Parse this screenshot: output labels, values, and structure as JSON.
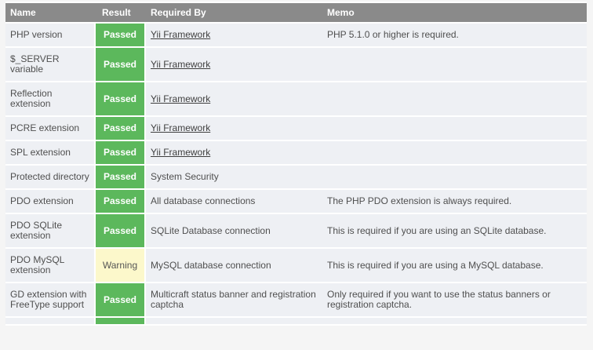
{
  "table": {
    "headers": {
      "name": "Name",
      "result": "Result",
      "required_by": "Required By",
      "memo": "Memo"
    },
    "rows": [
      {
        "name": "PHP version",
        "result": "Passed",
        "result_type": "passed",
        "required_by": "Yii Framework",
        "required_by_is_link": true,
        "memo": "PHP 5.1.0 or higher is required."
      },
      {
        "name": "$_SERVER variable",
        "result": "Passed",
        "result_type": "passed",
        "required_by": "Yii Framework",
        "required_by_is_link": true,
        "memo": ""
      },
      {
        "name": "Reflection extension",
        "result": "Passed",
        "result_type": "passed",
        "required_by": "Yii Framework",
        "required_by_is_link": true,
        "memo": ""
      },
      {
        "name": "PCRE extension",
        "result": "Passed",
        "result_type": "passed",
        "required_by": "Yii Framework",
        "required_by_is_link": true,
        "memo": ""
      },
      {
        "name": "SPL extension",
        "result": "Passed",
        "result_type": "passed",
        "required_by": "Yii Framework",
        "required_by_is_link": true,
        "memo": ""
      },
      {
        "name": "Protected directory",
        "result": "Passed",
        "result_type": "passed",
        "required_by": "System Security",
        "required_by_is_link": false,
        "memo": ""
      },
      {
        "name": "PDO extension",
        "result": "Passed",
        "result_type": "passed",
        "required_by": "All database connections",
        "required_by_is_link": false,
        "memo": "The PHP PDO extension is always required."
      },
      {
        "name": "PDO SQLite extension",
        "result": "Passed",
        "result_type": "passed",
        "required_by": "SQLite Database connection",
        "required_by_is_link": false,
        "memo": "This is required if you are using an SQLite database."
      },
      {
        "name": "PDO MySQL extension",
        "result": "Warning",
        "result_type": "warning",
        "required_by": "MySQL database connection",
        "required_by_is_link": false,
        "memo": "This is required if you are using a MySQL database."
      },
      {
        "name": "GD extension with FreeType support",
        "result": "Passed",
        "result_type": "passed",
        "required_by": "Multicraft status banner and registration captcha",
        "required_by_is_link": false,
        "memo": "Only required if you want to use the status banners or registration captcha."
      }
    ],
    "partial_next_row": {
      "result_type": "passed"
    }
  },
  "colors": {
    "page_bg": "#f5f5f5",
    "header_bg": "#8a8a8a",
    "header_text": "#ffffff",
    "row_bg": "#eef0f4",
    "row_gap": "#ffffff",
    "passed_bg": "#5cb85c",
    "passed_text": "#ffffff",
    "warning_bg": "#fcf8cb",
    "warning_text": "#555555",
    "body_text": "#4f4f4f",
    "link_text": "#3f3f3f"
  }
}
